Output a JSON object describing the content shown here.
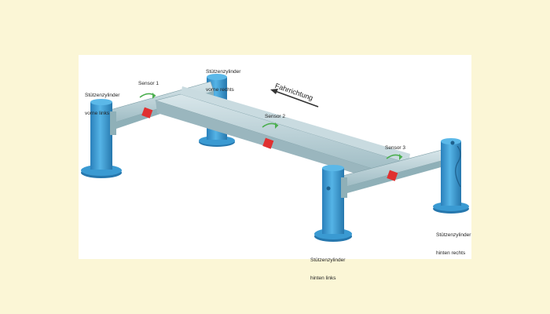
{
  "labels": {
    "front_left": {
      "line1": "Stützenzylinder",
      "line2": "vorne links"
    },
    "front_right": {
      "line1": "Stützenzylinder",
      "line2": "vorne rechts"
    },
    "rear_left": {
      "line1": "Stützenzylinder",
      "line2": "hinten links"
    },
    "rear_right": {
      "line1": "Stützenzylinder",
      "line2": "hinten rechts"
    },
    "sensor1": "Sensor 1",
    "sensor2": "Sensor 2",
    "sensor3": "Sensor 3",
    "direction": "Fahrrichtung"
  },
  "colors": {
    "background": "#fbf6d6",
    "cylinder": "#3a9ad2",
    "cylinder_dark": "#2677ad",
    "frame": "#b9d0d6",
    "frame_shade": "#8fb0b8",
    "sensor": "#e03030",
    "rotation_arrow": "#4caf50"
  }
}
